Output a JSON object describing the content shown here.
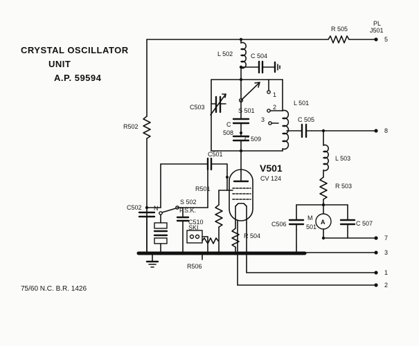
{
  "title": {
    "line1": "CRYSTAL  OSCILLATOR",
    "line2": "UNIT",
    "line3": "A.P.  59594"
  },
  "footer": "75/60  N.C.   B.R. 1426",
  "plug": {
    "line1": "PL",
    "line2": "J501"
  },
  "components": {
    "r505": "R 505",
    "l502": "L 502",
    "c504": "C 504",
    "c503": "C503",
    "s501": "S 501",
    "l501": "L 501",
    "c508_top": "C",
    "c508_bot": "508",
    "c509": "C 509",
    "c505": "C 505",
    "c501": "C501",
    "v501": "V501",
    "cv124": "CV 124",
    "r501": "R501",
    "r502": "R502",
    "l503": "L 503",
    "r503": "R 503",
    "c502": "C502",
    "s502": "S 502",
    "fsk": "F.S.K.",
    "c510": "C510",
    "ski": "SKI",
    "r504": "R 504",
    "r506": "R506",
    "c506": "C506",
    "m_top": "M",
    "m_bot": "501",
    "c507": "C 507",
    "meter": "A",
    "switch_n": "N",
    "switch_pos_1": "1",
    "switch_pos_2": "2",
    "switch_pos_3": "3"
  },
  "pins": [
    "5",
    "8",
    "7",
    "3",
    "1",
    "2"
  ]
}
